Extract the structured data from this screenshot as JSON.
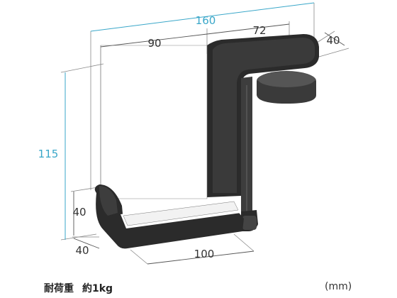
{
  "dimensions": {
    "total_width": "160",
    "left_span": "90",
    "right_span": "72",
    "clamp_depth": "40",
    "height": "115",
    "hook_height": "40",
    "hook_depth": "40",
    "hook_length": "100"
  },
  "spec": {
    "label": "耐荷重",
    "value": "約1kg"
  },
  "unit": "(mm)",
  "colors": {
    "dimension_blue": "#3aa7c9",
    "dimension_dark": "#333333",
    "product_body": "#2b2b2b",
    "product_clamp": "#4a4a4a"
  }
}
